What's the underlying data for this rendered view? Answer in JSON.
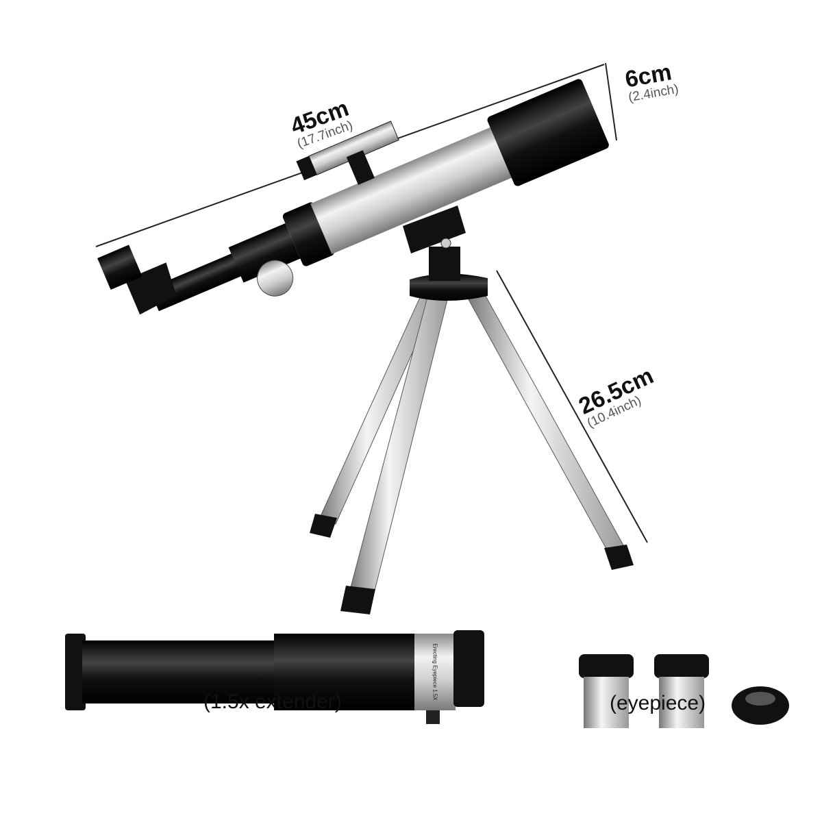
{
  "dimensions": {
    "length": {
      "metric": "45cm",
      "imperial": "(17.7inch)"
    },
    "diameter": {
      "metric": "6cm",
      "imperial": "(2.4inch)"
    },
    "tripod_height": {
      "metric": "26.5cm",
      "imperial": "(10.4inch)"
    }
  },
  "accessories": {
    "extender_label": "(1.5x extender)",
    "extender_engraving": "Erecting Eyepiece 1.5X",
    "eyepiece_label": "(eyepiece)"
  },
  "colors": {
    "black": "#111111",
    "silver": "#c9c9c9",
    "background": "#ffffff"
  }
}
